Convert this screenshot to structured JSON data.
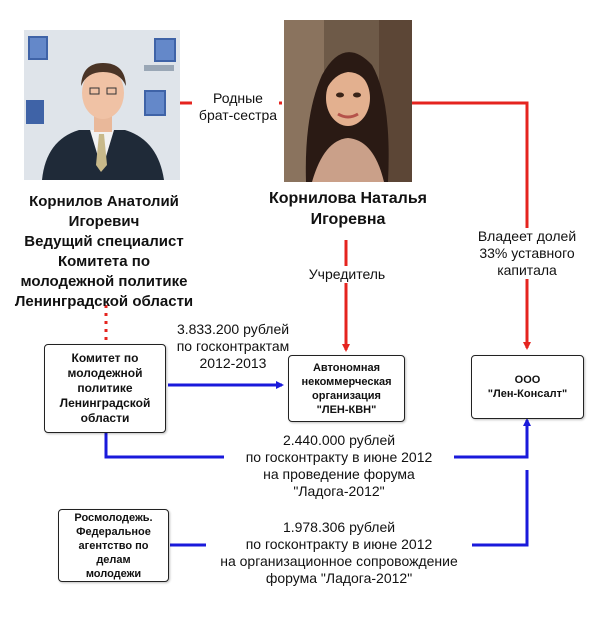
{
  "colors": {
    "red": "#e5241f",
    "blue": "#1a1adb"
  },
  "person_left": {
    "photo_icon": "man-portrait-photo",
    "lines": [
      "Корнилов Анатолий",
      "Игоревич",
      "Ведущий специалист",
      "Комитета по",
      "молодежной политике",
      "Ленинградской области"
    ]
  },
  "person_center": {
    "photo_icon": "woman-portrait-photo",
    "lines": [
      "Корнилова Наталья",
      "Игоревна"
    ]
  },
  "labels": {
    "siblings": [
      "Родные",
      "брат-сестра"
    ],
    "founder": [
      "Учредитель"
    ],
    "owner": [
      "Владеет долей",
      "33% уставного",
      "капитала"
    ],
    "contract1": [
      "3.833.200 рублей",
      "по госконтрактам",
      "2012-2013"
    ],
    "contract2": [
      "2.440.000 рублей",
      "по госконтракту в июне 2012",
      "на проведение форума",
      "\"Ладога-2012\""
    ],
    "contract3": [
      "1.978.306 рублей",
      "по госконтракту в июне 2012",
      "на организационное сопровождение",
      "форума \"Ладога-2012\""
    ]
  },
  "boxes": {
    "committee": [
      "Комитет по",
      "молодежной",
      "политике",
      "Ленинградской",
      "области"
    ],
    "ano": [
      "Автономная",
      "некоммерческая",
      "организация",
      "\"ЛЕН-КВН\""
    ],
    "ooo": [
      "ООО",
      "\"Лен-Консалт\""
    ],
    "rosmol": [
      "Росмолодежь.",
      "Федеральное",
      "агентство по",
      "делам",
      "молодежи"
    ]
  }
}
